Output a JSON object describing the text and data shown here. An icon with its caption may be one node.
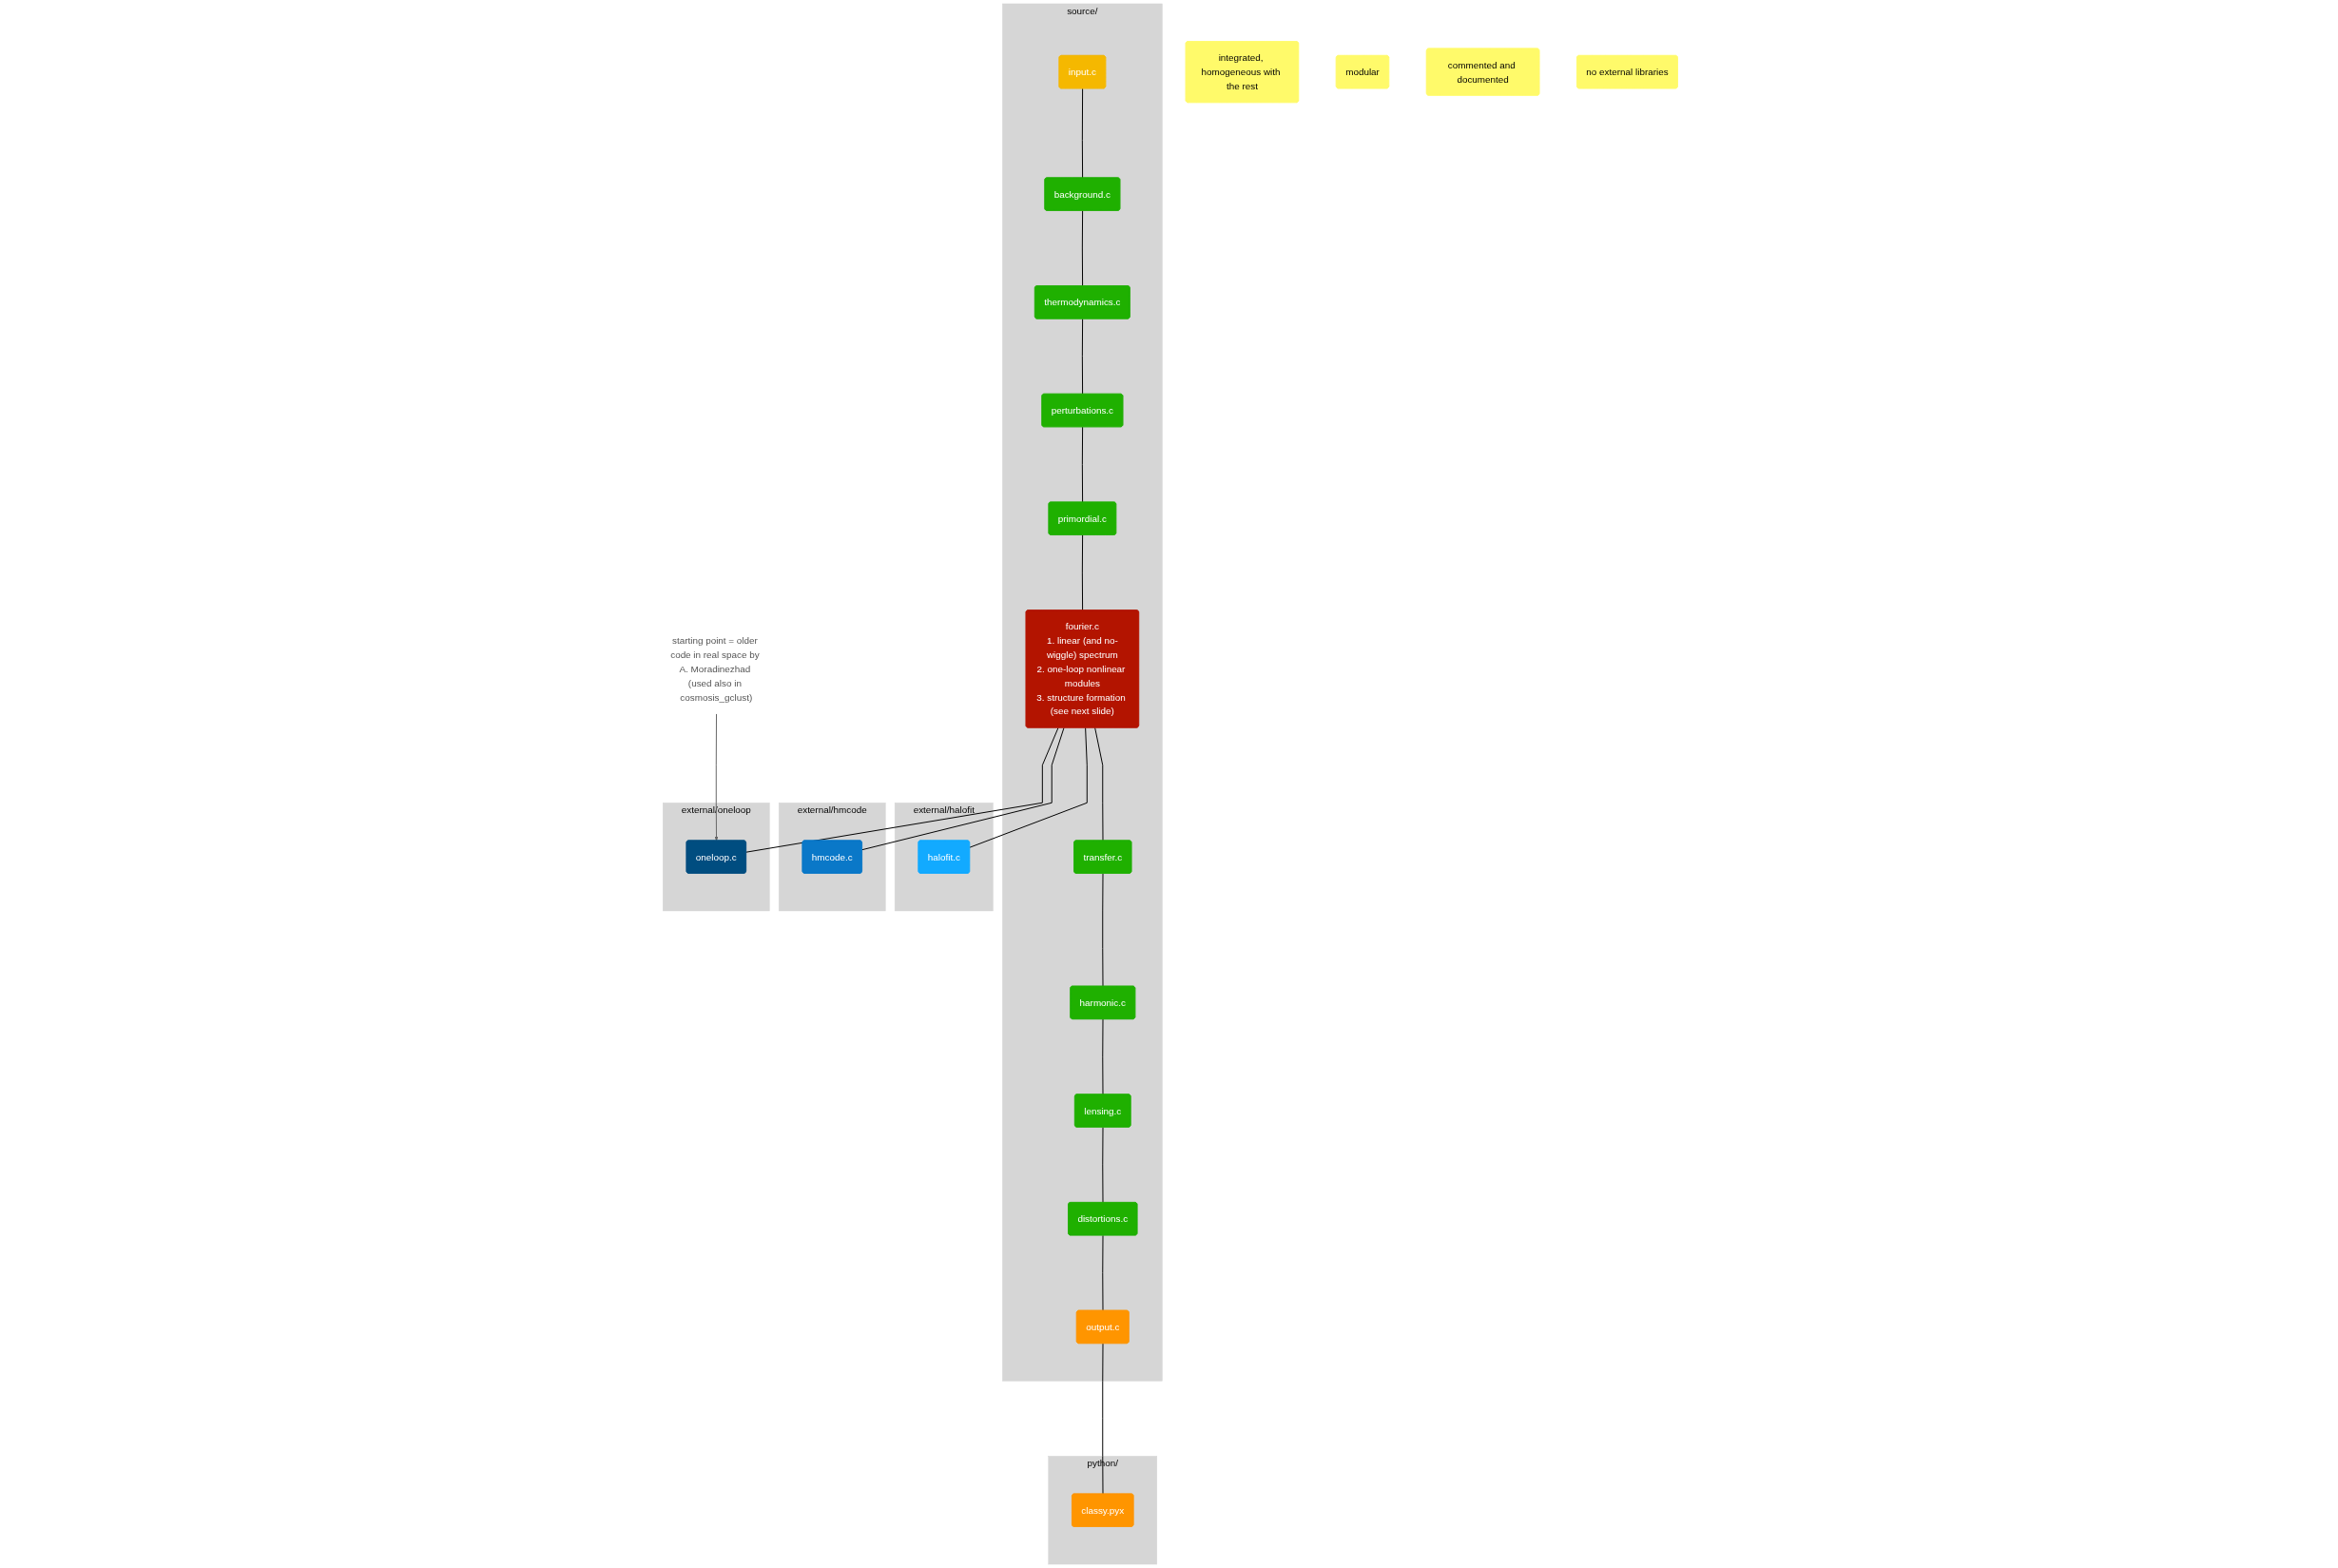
{
  "diagram": {
    "nodes": [
      {
        "text": [
          "source/"
        ]
      },
      {
        "text": [
          "input.c"
        ],
        "in": 0
      },
      {
        "text": [
          "background.c"
        ],
        "in": 0
      },
      {
        "text": [
          "thermodynamics.c"
        ],
        "in": 0
      },
      {
        "text": [
          "perturbations.c"
        ],
        "in": 0
      },
      {
        "text": [
          "primordial.c"
        ],
        "in": 0
      },
      {
        "text": [
          "fourier.c",
          "1. linear (and no-wiggle) spectrum",
          "2. one-loop nonlinear modules",
          "3. structure formation (see next slide)"
        ],
        "in": 0
      },
      {
        "text": [
          "transfer.c"
        ],
        "in": 0
      },
      {
        "text": [
          "harmonic.c"
        ],
        "in": 0
      },
      {
        "text": [
          "lensing.c"
        ],
        "in": 0
      },
      {
        "text": [
          "distortions.c"
        ],
        "in": 0
      },
      {
        "text": [
          "output.c"
        ],
        "in": 0
      },
      {
        "text": [
          "external/halofit"
        ]
      },
      {
        "text": [
          "halofit.c"
        ],
        "in": 12
      },
      {
        "text": [
          "external/hmcode"
        ]
      },
      {
        "text": [
          "hmcode.c"
        ],
        "in": 14
      },
      {
        "text": [
          "external/oneloop"
        ]
      },
      {
        "text": [
          "oneloop.c"
        ],
        "in": 16
      },
      {
        "text": [
          "python/"
        ]
      },
      {
        "text": [
          "classy.pyx"
        ],
        "in": 18
      },
      {
        "text": [
          "starting point = older code in real space by A. Moradinezhad (used also in cosmosis_gclust)"
        ]
      },
      {
        "text": [
          "integrated, homogeneous with the rest"
        ]
      },
      {
        "text": [
          "modular"
        ]
      },
      {
        "text": [
          "commented and documented"
        ]
      },
      {
        "text": [
          "no external libraries"
        ]
      }
    ],
    "edges": [
      {
        "from": 1,
        "to": 2,
        "arrow": "none"
      },
      {
        "from": 2,
        "to": 3,
        "arrow": "none"
      },
      {
        "from": 3,
        "to": 4,
        "arrow": "none"
      },
      {
        "from": 4,
        "to": 5,
        "arrow": "none"
      },
      {
        "from": 5,
        "to": 6,
        "arrow": "none"
      },
      {
        "from": 6,
        "to": 7,
        "arrow": "none"
      },
      {
        "from": 7,
        "to": 8,
        "arrow": "none"
      },
      {
        "from": 8,
        "to": 9,
        "arrow": "none"
      },
      {
        "from": 9,
        "to": 10,
        "arrow": "none"
      },
      {
        "from": 10,
        "to": 11,
        "arrow": "none"
      },
      {
        "from": 6,
        "to": 13,
        "arrow": "none"
      },
      {
        "from": 6,
        "to": 15,
        "arrow": "none"
      },
      {
        "from": 6,
        "to": 17,
        "arrow": "none"
      },
      {
        "from": 11,
        "to": 19,
        "arrow": "none"
      },
      {
        "from": 20,
        "to": 17,
        "arrow": "to",
        "color": "#666666"
      }
    ]
  }
}
